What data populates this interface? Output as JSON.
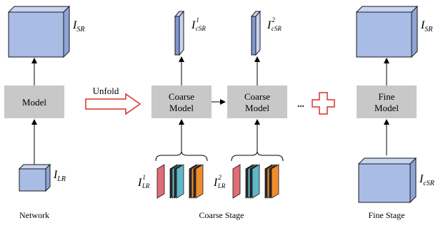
{
  "left": {
    "model": "Model",
    "output_symbol": "I",
    "output_sub": "SR",
    "input_symbol": "I",
    "input_sub": "LR",
    "caption": "Network"
  },
  "unfold_label": "Unfold",
  "coarse": {
    "block1_line1": "Coarse",
    "block1_line2": "Model",
    "block2_line1": "Coarse",
    "block2_line2": "Model",
    "out1_symbol": "I",
    "out1_sup": "1",
    "out1_sub": "cSR",
    "out2_symbol": "I",
    "out2_sup": "2",
    "out2_sub": "cSR",
    "in1_symbol": "I",
    "in1_sup": "1",
    "in1_sub": "LR",
    "in2_symbol": "I",
    "in2_sup": "2",
    "in2_sub": "LR",
    "ellipsis": "...",
    "caption": "Coarse Stage"
  },
  "fine": {
    "block_line1": "Fine",
    "block_line2": "Model",
    "output_symbol": "I",
    "output_sub": "SR",
    "input_symbol": "I",
    "input_sub": "cSR",
    "caption": "Fine Stage"
  },
  "colors": {
    "block_fill": "#c8c8c8",
    "cube_front": "#a9bce6",
    "cube_top": "#c7d4f1",
    "cube_side": "#8ea4d6",
    "plus_red": "#d9302c",
    "slice_red": "#e06c75",
    "slice_teal": "#5fb7c9",
    "slice_orange": "#f08c2e"
  }
}
